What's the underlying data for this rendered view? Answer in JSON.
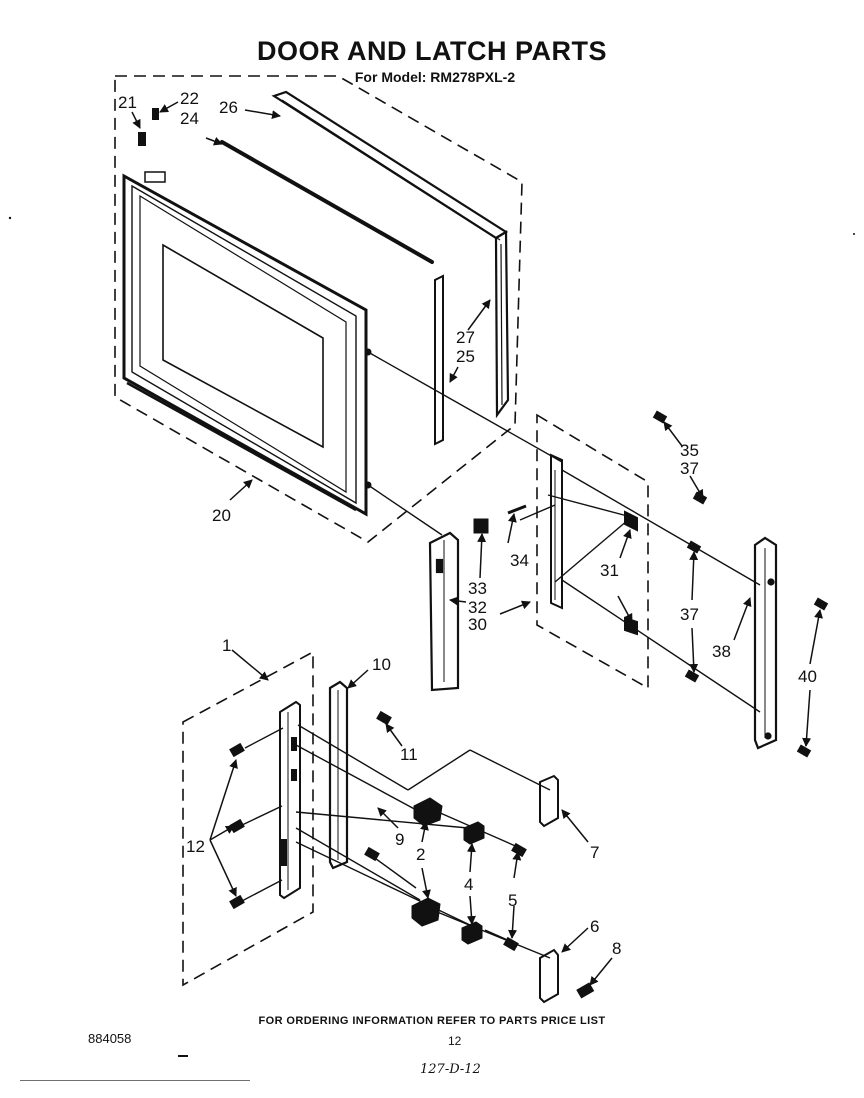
{
  "header": {
    "title": "DOOR AND LATCH PARTS",
    "subtitle": "For Model: RM278PXL-2"
  },
  "footer": {
    "note": "FOR ORDERING INFORMATION REFER TO PARTS PRICE LIST",
    "doc_number": "884058",
    "page_number": "12",
    "handwritten": "127-D-12"
  },
  "callouts": {
    "c1": "1",
    "c2": "2",
    "c4": "4",
    "c5": "5",
    "c6": "6",
    "c7": "7",
    "c8": "8",
    "c9": "9",
    "c10": "10",
    "c11": "11",
    "c12": "12",
    "c20": "20",
    "c21": "21",
    "c22": "22",
    "c24": "24",
    "c25": "25",
    "c26": "26",
    "c27": "27",
    "c30": "30",
    "c31": "31",
    "c32": "32",
    "c33": "33",
    "c34": "34",
    "c35": "35",
    "c37a": "37",
    "c37b": "37",
    "c38": "38",
    "c40": "40"
  }
}
